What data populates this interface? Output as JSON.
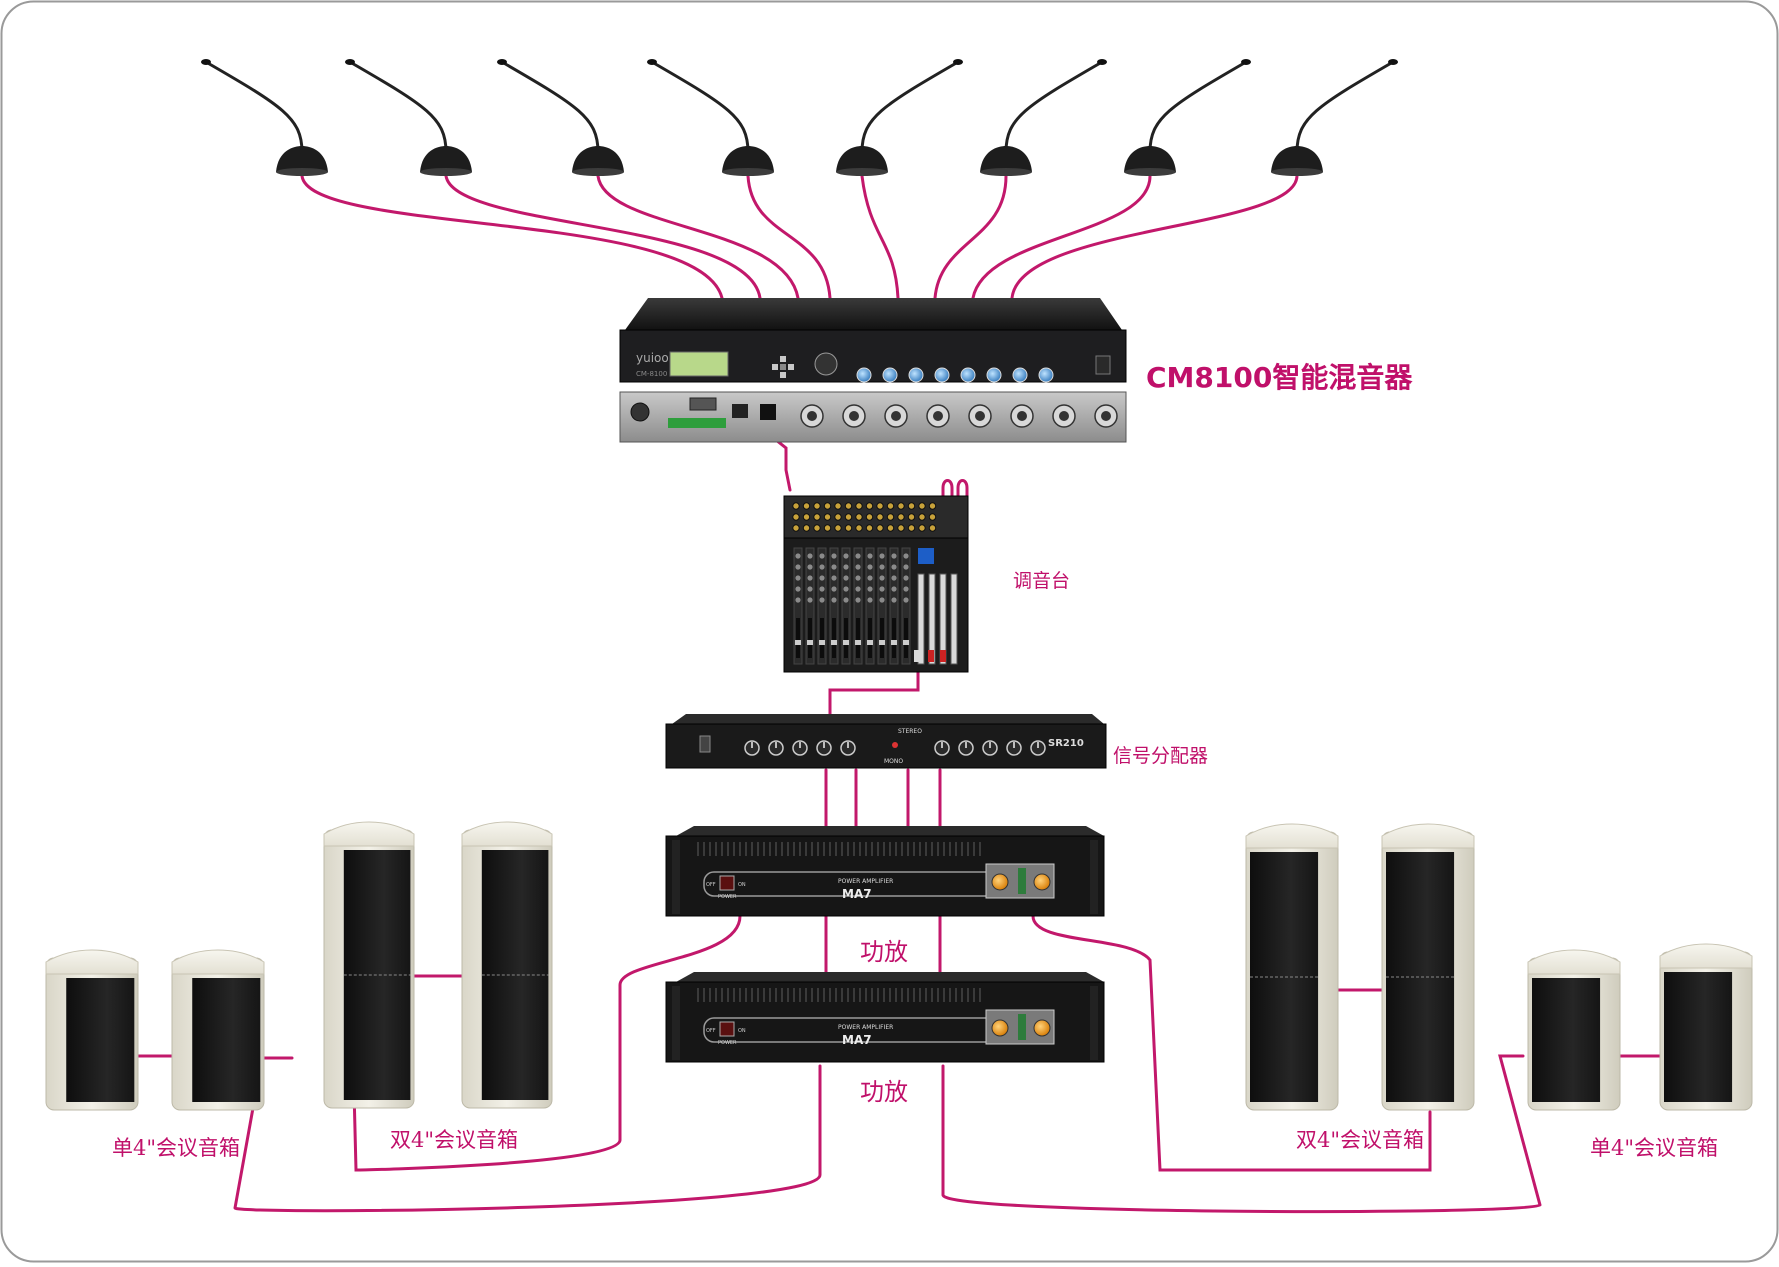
{
  "labels": {
    "mixer_cm8100": "CM8100智能混音器",
    "console": "调音台",
    "splitter": "信号分配器",
    "amp_1": "功放",
    "amp_2": "功放",
    "speaker_single_left": "单4\"会议音箱",
    "speaker_double_left": "双4\"会议音箱",
    "speaker_double_right": "双4\"会议音箱",
    "speaker_single_right": "单4\"会议音箱"
  },
  "devices": {
    "cm8100_brand": "yuioo",
    "cm8100_model": "CM-8100",
    "splitter_model": "SR210",
    "splitter_stereo": "STEREO",
    "splitter_mono": "MONO",
    "amp_model": "MA7",
    "amp_title": "POWER AMPLIFIER",
    "amp_power": "POWER",
    "amp_off": "OFF",
    "amp_on": "ON"
  },
  "colors": {
    "cable": "#c2186b",
    "label": "#c0106a",
    "border": "#9a9a9a",
    "device_dark": "#1b1b1d",
    "speaker_shell": "#eceae0"
  }
}
